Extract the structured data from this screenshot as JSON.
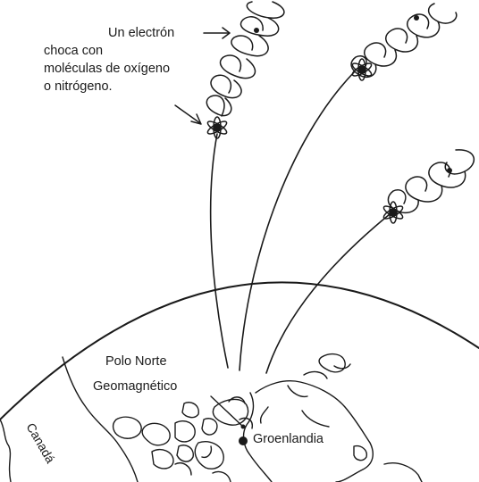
{
  "labels": {
    "electron_line1": "Un electrón",
    "electron_line2": "choca con",
    "electron_line3": "moléculas de oxígeno",
    "electron_line4": "o nitrógeno.",
    "polo_norte": "Polo Norte",
    "geomagnetico": "Geomagnético",
    "groenlandia": "Groenlandia",
    "canada": "Canadá"
  },
  "colors": {
    "ink": "#1a1a1a",
    "background": "#ffffff"
  }
}
